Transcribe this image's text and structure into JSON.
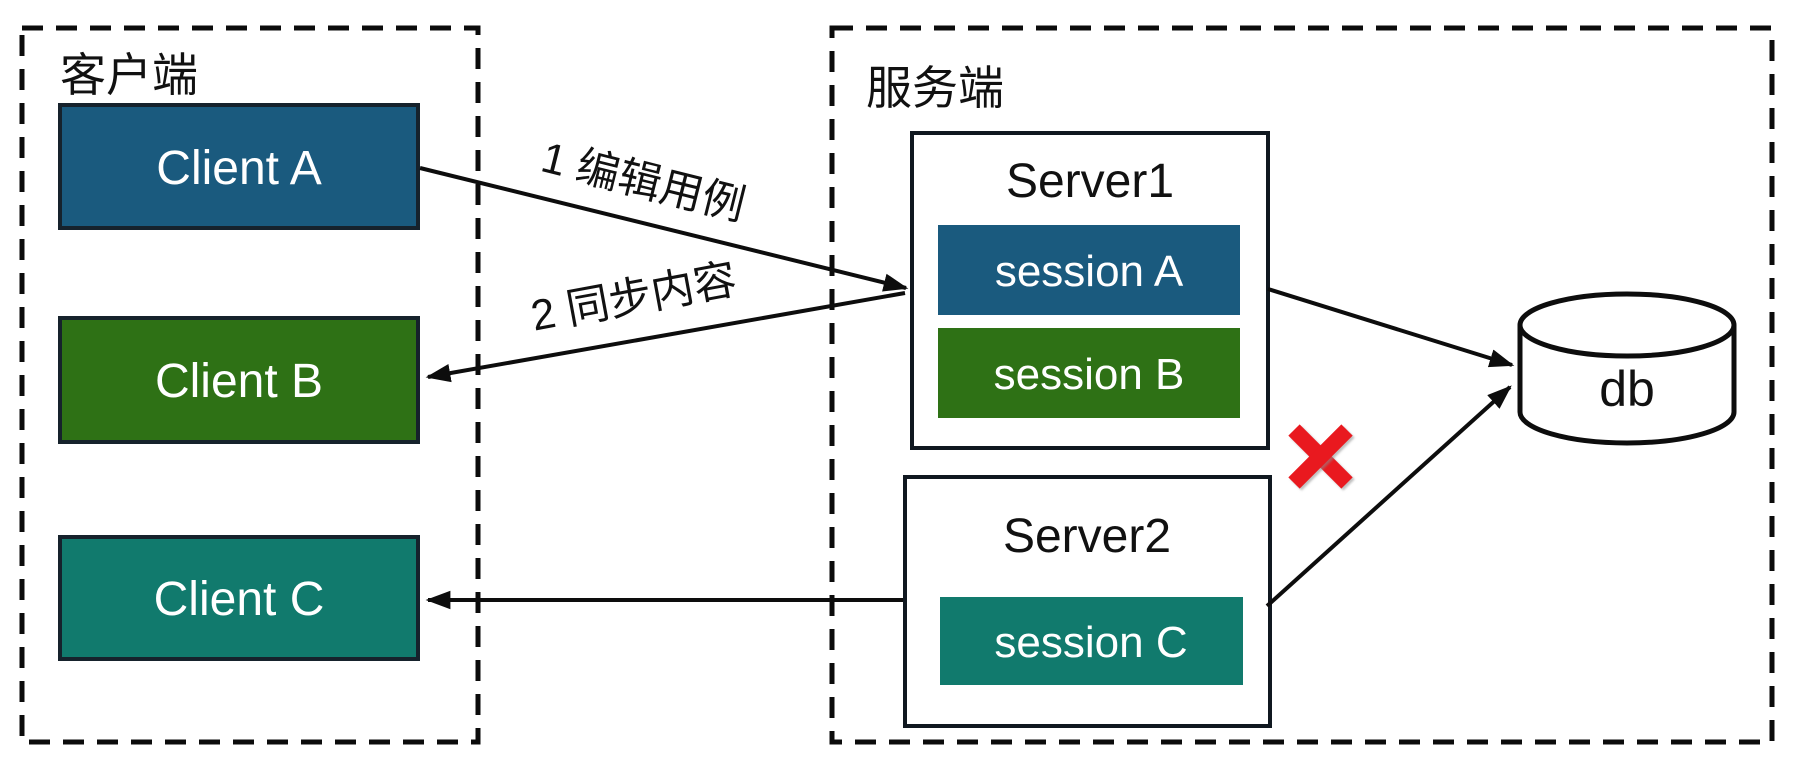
{
  "colors": {
    "blue": "#1A5A7E",
    "green": "#2E7115",
    "teal": "#117A6D",
    "red": "#E9191F"
  },
  "client_group": {
    "label": "客户端",
    "clients": [
      {
        "label": "Client A"
      },
      {
        "label": "Client B"
      },
      {
        "label": "Client C"
      }
    ]
  },
  "server_group": {
    "label": "服务端",
    "servers": [
      {
        "title": "Server1",
        "sessions": [
          {
            "label": "session A"
          },
          {
            "label": "session B"
          }
        ]
      },
      {
        "title": "Server2",
        "sessions": [
          {
            "label": "session C"
          }
        ]
      }
    ]
  },
  "database": {
    "label": "db"
  },
  "flows": [
    {
      "label": "1 编辑用例"
    },
    {
      "label": "2 同步内容"
    }
  ],
  "error_marker": {
    "icon": "red-cross"
  }
}
